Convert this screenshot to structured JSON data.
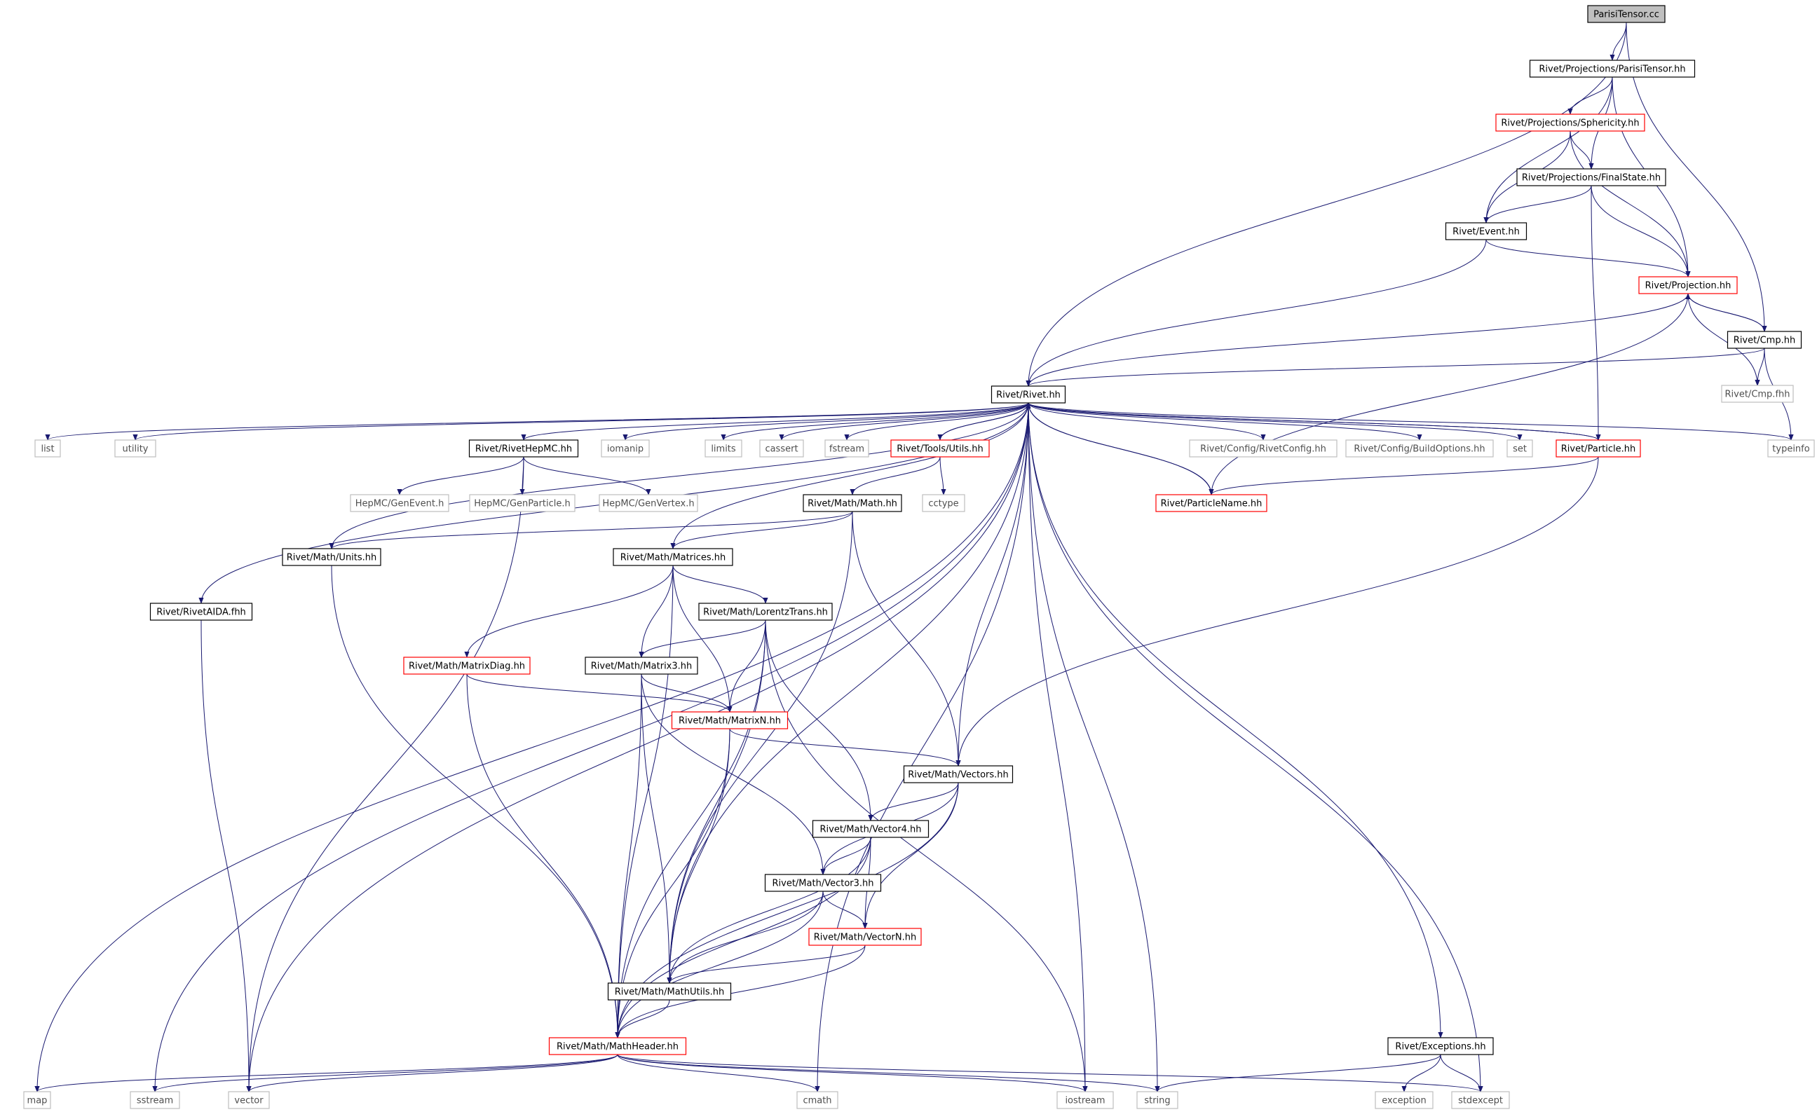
{
  "colors": {
    "edge": "#191970",
    "border_black": "#000000",
    "border_red": "#ff0000",
    "border_gray": "#bfbfbf",
    "text": "#000000",
    "text_gray": "#000000",
    "root_fill": "#bfbfbf",
    "fill": "#ffffff"
  },
  "nodes": [
    {
      "id": "root",
      "label": "ParisiTensor.cc",
      "style": "root"
    },
    {
      "id": "proj_parisi",
      "label": "Rivet/Projections/ParisiTensor.hh",
      "style": "black"
    },
    {
      "id": "proj_spher",
      "label": "Rivet/Projections/Sphericity.hh",
      "style": "red"
    },
    {
      "id": "proj_fs",
      "label": "Rivet/Projections/FinalState.hh",
      "style": "black"
    },
    {
      "id": "event",
      "label": "Rivet/Event.hh",
      "style": "black"
    },
    {
      "id": "projection",
      "label": "Rivet/Projection.hh",
      "style": "red"
    },
    {
      "id": "cmp",
      "label": "Rivet/Cmp.hh",
      "style": "black"
    },
    {
      "id": "cmpfhh",
      "label": "Rivet/Cmp.fhh",
      "style": "gray"
    },
    {
      "id": "rivet",
      "label": "Rivet/Rivet.hh",
      "style": "black"
    },
    {
      "id": "list",
      "label": "list",
      "style": "gray"
    },
    {
      "id": "utility",
      "label": "utility",
      "style": "gray"
    },
    {
      "id": "rhepmc",
      "label": "Rivet/RivetHepMC.hh",
      "style": "black"
    },
    {
      "id": "iomanip",
      "label": "iomanip",
      "style": "gray"
    },
    {
      "id": "limits",
      "label": "limits",
      "style": "gray"
    },
    {
      "id": "cassert",
      "label": "cassert",
      "style": "gray"
    },
    {
      "id": "fstream",
      "label": "fstream",
      "style": "gray"
    },
    {
      "id": "toolsutils",
      "label": "Rivet/Tools/Utils.hh",
      "style": "red"
    },
    {
      "id": "rconfig",
      "label": "Rivet/Config/RivetConfig.hh",
      "style": "gray"
    },
    {
      "id": "bconfig",
      "label": "Rivet/Config/BuildOptions.hh",
      "style": "gray"
    },
    {
      "id": "set",
      "label": "set",
      "style": "gray"
    },
    {
      "id": "particle",
      "label": "Rivet/Particle.hh",
      "style": "red"
    },
    {
      "id": "typeinfo",
      "label": "typeinfo",
      "style": "gray"
    },
    {
      "id": "genevent",
      "label": "HepMC/GenEvent.h",
      "style": "gray"
    },
    {
      "id": "genparticle",
      "label": "HepMC/GenParticle.h",
      "style": "gray"
    },
    {
      "id": "genvertex",
      "label": "HepMC/GenVertex.h",
      "style": "gray"
    },
    {
      "id": "mathmath",
      "label": "Rivet/Math/Math.hh",
      "style": "black"
    },
    {
      "id": "cctype",
      "label": "cctype",
      "style": "gray"
    },
    {
      "id": "pname",
      "label": "Rivet/ParticleName.hh",
      "style": "red"
    },
    {
      "id": "units",
      "label": "Rivet/Math/Units.hh",
      "style": "black"
    },
    {
      "id": "matrices",
      "label": "Rivet/Math/Matrices.hh",
      "style": "black"
    },
    {
      "id": "raida",
      "label": "Rivet/RivetAIDA.fhh",
      "style": "black"
    },
    {
      "id": "lorentz",
      "label": "Rivet/Math/LorentzTrans.hh",
      "style": "black"
    },
    {
      "id": "mdiag",
      "label": "Rivet/Math/MatrixDiag.hh",
      "style": "red"
    },
    {
      "id": "m3",
      "label": "Rivet/Math/Matrix3.hh",
      "style": "black"
    },
    {
      "id": "mN",
      "label": "Rivet/Math/MatrixN.hh",
      "style": "red"
    },
    {
      "id": "vectors",
      "label": "Rivet/Math/Vectors.hh",
      "style": "black"
    },
    {
      "id": "v4",
      "label": "Rivet/Math/Vector4.hh",
      "style": "black"
    },
    {
      "id": "v3",
      "label": "Rivet/Math/Vector3.hh",
      "style": "black"
    },
    {
      "id": "vN",
      "label": "Rivet/Math/VectorN.hh",
      "style": "red"
    },
    {
      "id": "mutils",
      "label": "Rivet/Math/MathUtils.hh",
      "style": "black"
    },
    {
      "id": "mheader",
      "label": "Rivet/Math/MathHeader.hh",
      "style": "red"
    },
    {
      "id": "exceptions",
      "label": "Rivet/Exceptions.hh",
      "style": "black"
    },
    {
      "id": "map",
      "label": "map",
      "style": "gray"
    },
    {
      "id": "sstream",
      "label": "sstream",
      "style": "gray"
    },
    {
      "id": "vector",
      "label": "vector",
      "style": "gray"
    },
    {
      "id": "cmath",
      "label": "cmath",
      "style": "gray"
    },
    {
      "id": "iostream",
      "label": "iostream",
      "style": "gray"
    },
    {
      "id": "string",
      "label": "string",
      "style": "gray"
    },
    {
      "id": "exception",
      "label": "exception",
      "style": "gray"
    },
    {
      "id": "stdexcept",
      "label": "stdexcept",
      "style": "gray"
    }
  ],
  "edges": [
    [
      "root",
      "proj_parisi"
    ],
    [
      "root",
      "rivet"
    ],
    [
      "root",
      "cmp"
    ],
    [
      "proj_parisi",
      "proj_spher"
    ],
    [
      "proj_parisi",
      "proj_fs"
    ],
    [
      "proj_parisi",
      "event"
    ],
    [
      "proj_parisi",
      "projection"
    ],
    [
      "proj_spher",
      "proj_fs"
    ],
    [
      "proj_spher",
      "event"
    ],
    [
      "proj_spher",
      "projection"
    ],
    [
      "proj_fs",
      "event"
    ],
    [
      "proj_fs",
      "projection"
    ],
    [
      "proj_fs",
      "particle"
    ],
    [
      "event",
      "projection"
    ],
    [
      "event",
      "rivet"
    ],
    [
      "projection",
      "rivet"
    ],
    [
      "projection",
      "cmp"
    ],
    [
      "projection",
      "cmpfhh"
    ],
    [
      "projection",
      "pname"
    ],
    [
      "cmp",
      "projection"
    ],
    [
      "cmp",
      "rivet"
    ],
    [
      "cmp",
      "cmpfhh"
    ],
    [
      "cmp",
      "typeinfo"
    ],
    [
      "rivet",
      "list"
    ],
    [
      "rivet",
      "utility"
    ],
    [
      "rivet",
      "rhepmc"
    ],
    [
      "rivet",
      "iomanip"
    ],
    [
      "rivet",
      "limits"
    ],
    [
      "rivet",
      "cassert"
    ],
    [
      "rivet",
      "fstream"
    ],
    [
      "rivet",
      "toolsutils"
    ],
    [
      "rivet",
      "rconfig"
    ],
    [
      "rivet",
      "bconfig"
    ],
    [
      "rivet",
      "set"
    ],
    [
      "rivet",
      "particle"
    ],
    [
      "rivet",
      "typeinfo"
    ],
    [
      "rivet",
      "pname"
    ],
    [
      "rivet",
      "units"
    ],
    [
      "rivet",
      "matrices"
    ],
    [
      "rivet",
      "raida"
    ],
    [
      "rivet",
      "vectors"
    ],
    [
      "rivet",
      "mutils"
    ],
    [
      "rivet",
      "exceptions"
    ],
    [
      "rivet",
      "map"
    ],
    [
      "rivet",
      "sstream"
    ],
    [
      "rivet",
      "vector"
    ],
    [
      "rivet",
      "cmath"
    ],
    [
      "rivet",
      "iostream"
    ],
    [
      "rivet",
      "string"
    ],
    [
      "rivet",
      "stdexcept"
    ],
    [
      "toolsutils",
      "rivet"
    ],
    [
      "toolsutils",
      "mathmath"
    ],
    [
      "toolsutils",
      "cctype"
    ],
    [
      "particle",
      "rivet"
    ],
    [
      "particle",
      "pname"
    ],
    [
      "particle",
      "vectors"
    ],
    [
      "pname",
      "rivet"
    ],
    [
      "rhepmc",
      "genevent"
    ],
    [
      "rhepmc",
      "genparticle"
    ],
    [
      "rhepmc",
      "genvertex"
    ],
    [
      "rhepmc",
      "vector"
    ],
    [
      "mathmath",
      "units"
    ],
    [
      "mathmath",
      "matrices"
    ],
    [
      "mathmath",
      "vectors"
    ],
    [
      "mathmath",
      "mutils"
    ],
    [
      "units",
      "mheader"
    ],
    [
      "matrices",
      "lorentz"
    ],
    [
      "matrices",
      "mdiag"
    ],
    [
      "matrices",
      "m3"
    ],
    [
      "matrices",
      "mN"
    ],
    [
      "matrices",
      "mheader"
    ],
    [
      "raida",
      "vector"
    ],
    [
      "lorentz",
      "m3"
    ],
    [
      "lorentz",
      "mN"
    ],
    [
      "lorentz",
      "v4"
    ],
    [
      "lorentz",
      "mheader"
    ],
    [
      "lorentz",
      "mutils"
    ],
    [
      "lorentz",
      "iostream"
    ],
    [
      "mdiag",
      "mN"
    ],
    [
      "mdiag",
      "mheader"
    ],
    [
      "m3",
      "mN"
    ],
    [
      "m3",
      "mheader"
    ],
    [
      "m3",
      "mutils"
    ],
    [
      "m3",
      "v3"
    ],
    [
      "mN",
      "vectors"
    ],
    [
      "mN",
      "mheader"
    ],
    [
      "mN",
      "mutils"
    ],
    [
      "vectors",
      "v4"
    ],
    [
      "vectors",
      "v3"
    ],
    [
      "vectors",
      "vN"
    ],
    [
      "vectors",
      "mheader"
    ],
    [
      "v4",
      "v3"
    ],
    [
      "v4",
      "vN"
    ],
    [
      "v4",
      "mheader"
    ],
    [
      "v4",
      "mutils"
    ],
    [
      "v3",
      "vN"
    ],
    [
      "v3",
      "mheader"
    ],
    [
      "v3",
      "mutils"
    ],
    [
      "vN",
      "mheader"
    ],
    [
      "vN",
      "mutils"
    ],
    [
      "mutils",
      "mheader"
    ],
    [
      "mheader",
      "map"
    ],
    [
      "mheader",
      "sstream"
    ],
    [
      "mheader",
      "vector"
    ],
    [
      "mheader",
      "cmath"
    ],
    [
      "mheader",
      "iostream"
    ],
    [
      "mheader",
      "string"
    ],
    [
      "mheader",
      "stdexcept"
    ],
    [
      "exceptions",
      "string"
    ],
    [
      "exceptions",
      "exception"
    ],
    [
      "exceptions",
      "stdexcept"
    ]
  ]
}
